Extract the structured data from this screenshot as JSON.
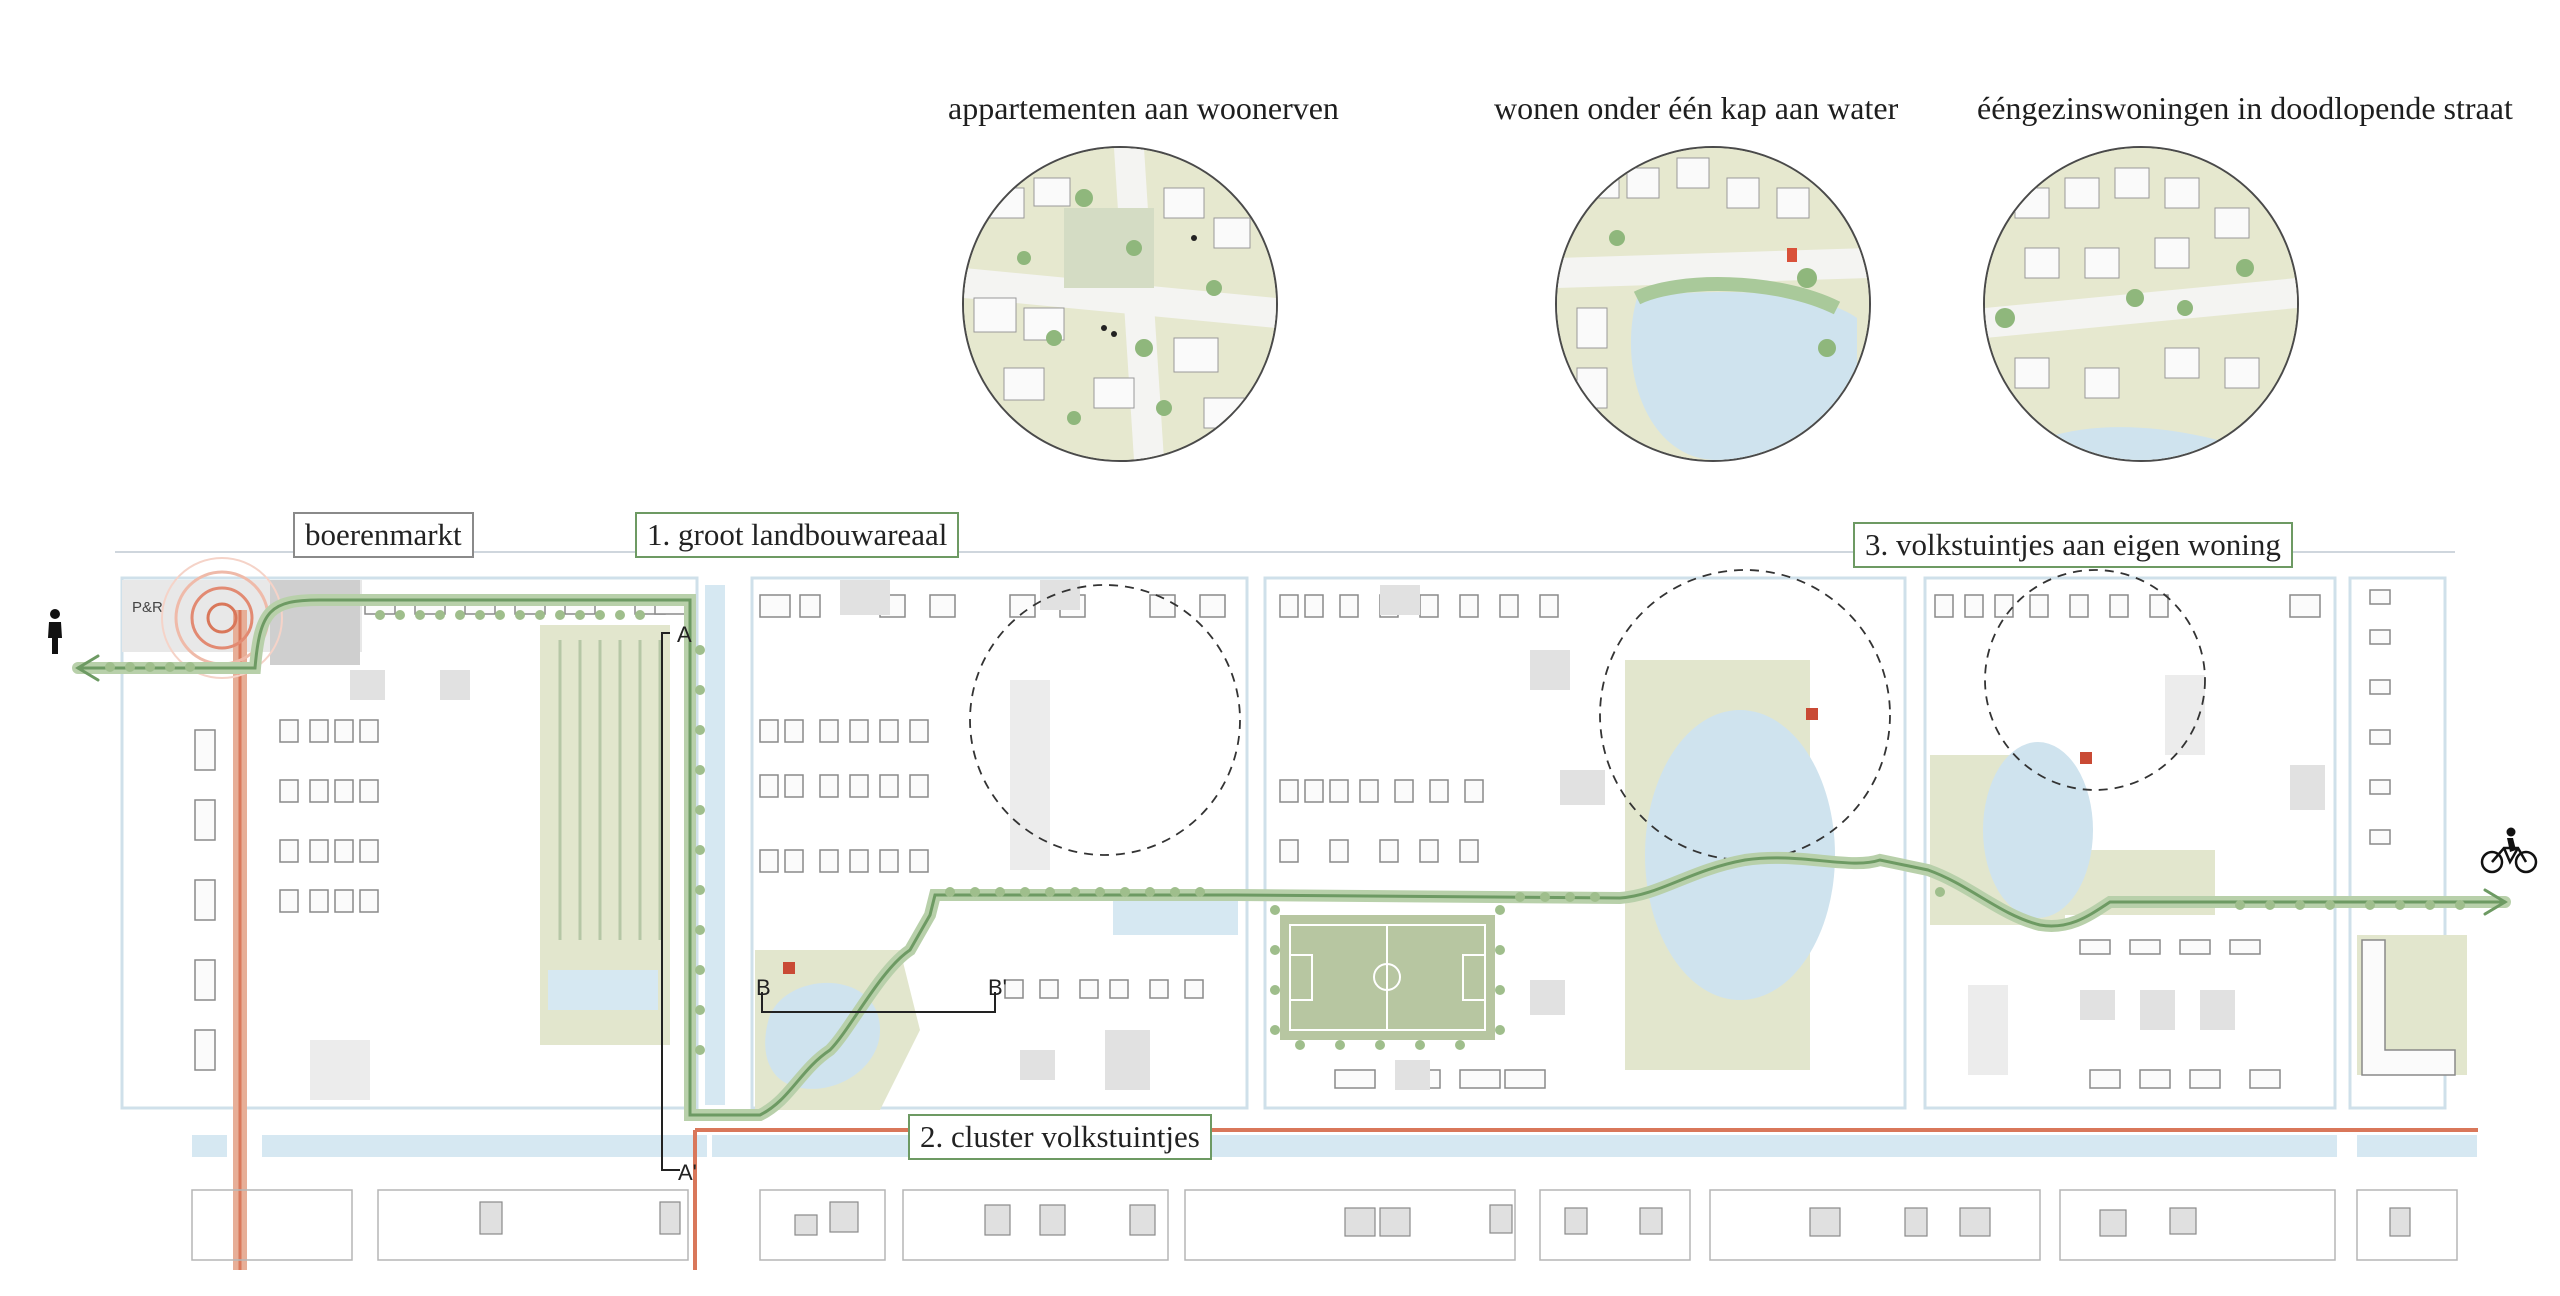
{
  "vignettes": [
    {
      "title": "appartementen aan woonerven"
    },
    {
      "title": "wonen onder één kap aan water"
    },
    {
      "title": "ééngezinswoningen in doodlopende straat"
    }
  ],
  "callouts": {
    "market": "boerenmarkt",
    "zone1": "1. groot landbouwareaal",
    "zone2": "2. cluster volkstuintjes",
    "zone3": "3. volkstuintjes aan eigen woning"
  },
  "labels": {
    "parking": "P&R",
    "section_a_top": "A",
    "section_a_bottom": "A'",
    "section_b_left": "B",
    "section_b_right": "B'"
  },
  "icons": {
    "pedestrian": "pedestrian-icon",
    "cyclist": "cyclist-icon"
  },
  "colors": {
    "green_route": "#7ea56f",
    "red_road": "#e39a7c",
    "water": "#d6e8f2",
    "garden": "#d9dcc0",
    "tree": "#9fbe8c",
    "building": "#e3e3e3"
  }
}
